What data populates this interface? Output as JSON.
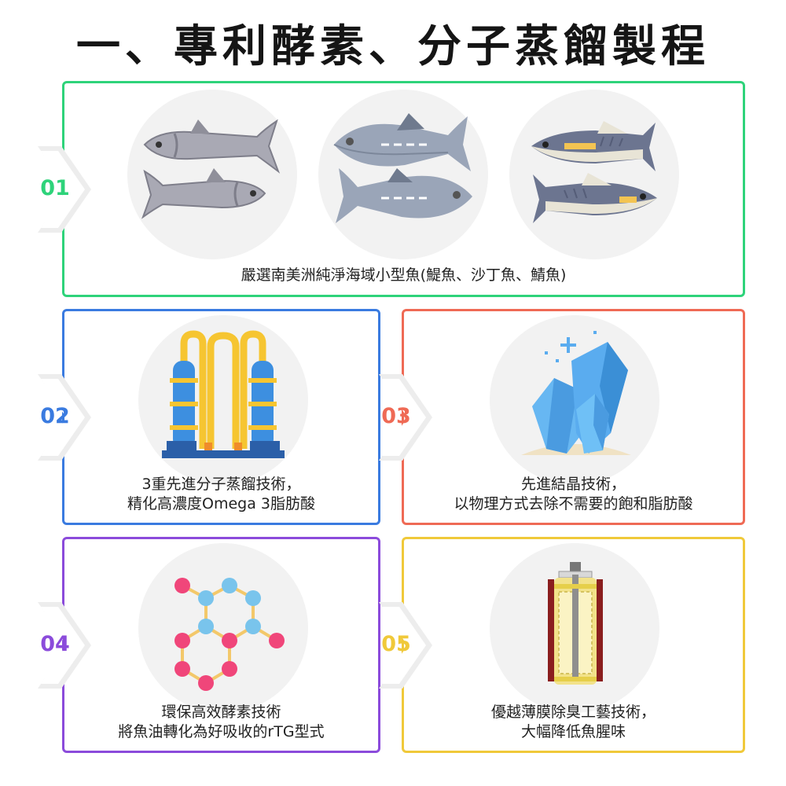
{
  "title": "一、專利酵素、分子蒸餾製程",
  "colors": {
    "green": "#2ed37a",
    "blue": "#3a7be0",
    "red": "#ef6a55",
    "purple": "#8b4bdb",
    "yellow": "#f0c93a"
  },
  "steps": [
    {
      "num": "01",
      "line1": "嚴選南美洲純淨海域小型魚(鯷魚、沙丁魚、鯖魚)",
      "line2": "",
      "icon": "fish-icon"
    },
    {
      "num": "02",
      "line1": "3重先進分子蒸餾技術，",
      "line2": "精化高濃度Omega 3脂肪酸",
      "icon": "distillation-icon"
    },
    {
      "num": "03",
      "line1": "先進結晶技術，",
      "line2": "以物理方式去除不需要的飽和脂肪酸",
      "icon": "crystal-icon"
    },
    {
      "num": "04",
      "line1": "環保高效酵素技術",
      "line2": "將魚油轉化為好吸收的rTG型式",
      "icon": "molecule-icon"
    },
    {
      "num": "05",
      "line1": "優越薄膜除臭工藝技術，",
      "line2": "大幅降低魚腥味",
      "icon": "membrane-filter-icon"
    }
  ]
}
